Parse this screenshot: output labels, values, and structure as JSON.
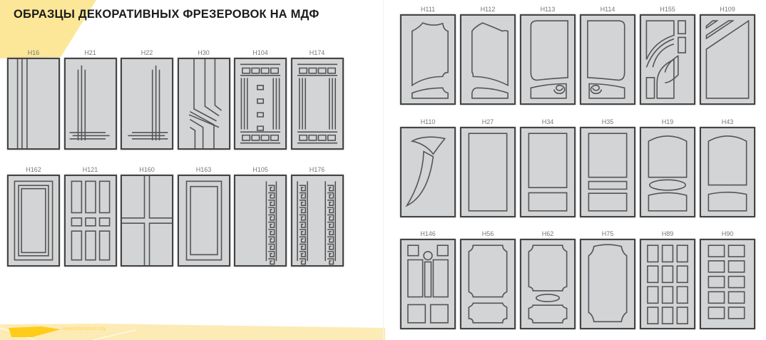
{
  "title": "ОБРАЗЦЫ ДЕКОРАТИВНЫХ ФРЕЗЕРОВОК НА МДФ",
  "website": "www.titandoors.by",
  "colors": {
    "accent_yellow": "#ffcc1a",
    "light_yellow": "#fdeaae",
    "panel": "#d3d4d6",
    "frame": "#444444"
  },
  "left_page": {
    "row1": [
      "H16",
      "H21",
      "H22",
      "H30",
      "H104",
      "H174"
    ],
    "row2": [
      "H162",
      "H121",
      "H160",
      "H163",
      "H105",
      "H176"
    ]
  },
  "right_page": {
    "row1": [
      "H111",
      "H112",
      "H113",
      "H114",
      "H155",
      "H109"
    ],
    "row2": [
      "H110",
      "H27",
      "H34",
      "H35",
      "H19",
      "H43"
    ],
    "row3": [
      "H146",
      "H56",
      "H62",
      "H75",
      "H89",
      "H90"
    ]
  }
}
